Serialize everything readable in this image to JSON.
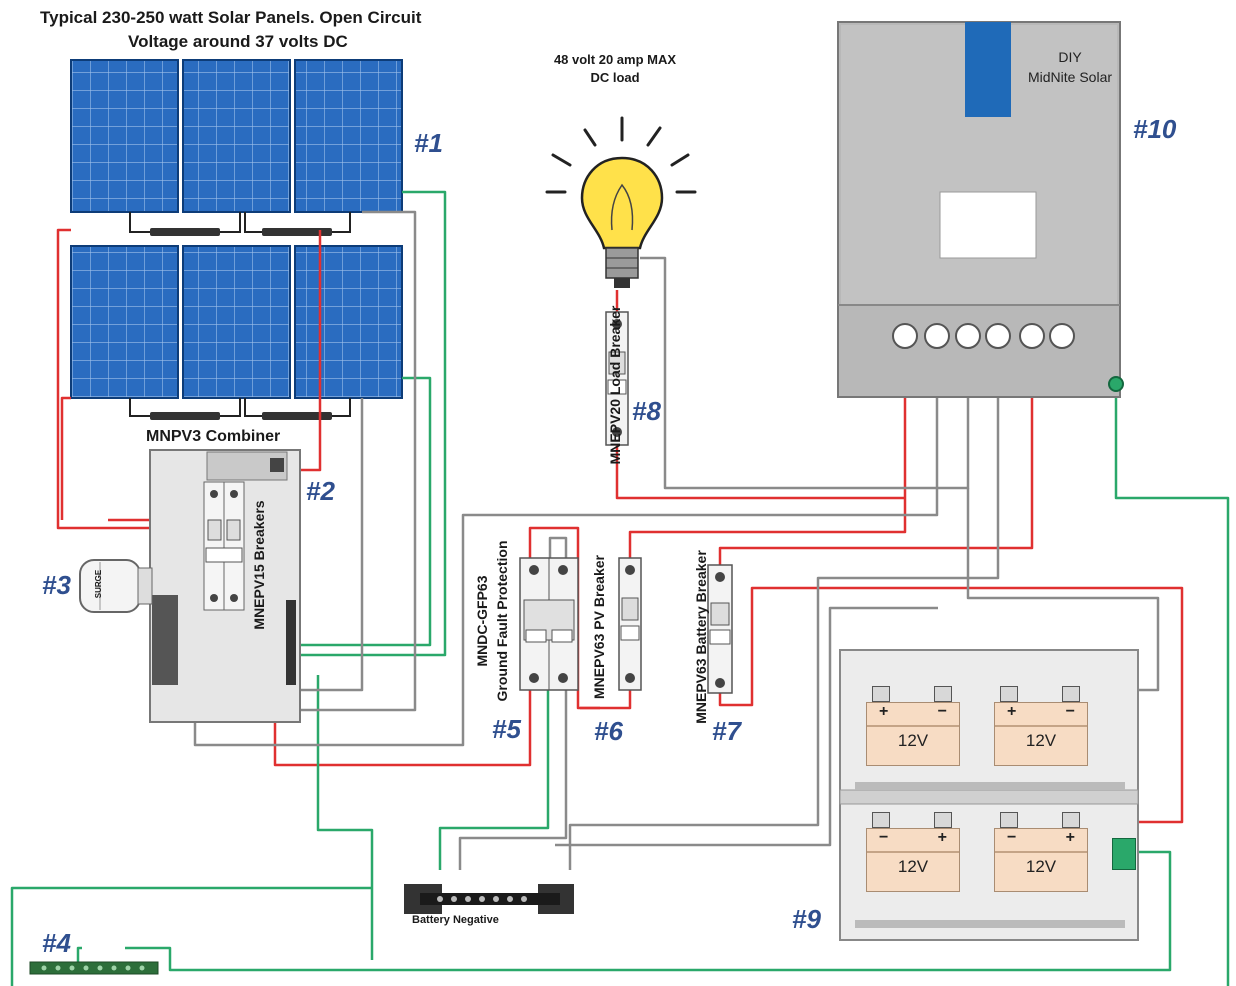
{
  "title": {
    "line1": "Typical 230-250 watt Solar Panels. Open Circuit",
    "line2": "Voltage around 37 volts DC"
  },
  "load": {
    "line1": "48 volt 20 amp MAX",
    "line2": "DC load"
  },
  "controller": {
    "line1": "DIY",
    "line2": "MidNite Solar"
  },
  "labels": {
    "combiner": "MNPV3 Combiner",
    "breakers": "MNEPV15 Breakers",
    "load_breaker": "MNEPV20 Load Breaker",
    "gfp_line1": "MNDC-GFP63",
    "gfp_line2": "Ground Fault Protection",
    "pv_breaker": "MNEPV63 PV Breaker",
    "battery_breaker": "MNEPV63 Battery Breaker",
    "battery_negative": "Battery Negative",
    "surge": "SURGE",
    "battery_voltage": "12V",
    "plus": "+",
    "minus": "−"
  },
  "numbers": {
    "n1": "#1",
    "n2": "#2",
    "n3": "#3",
    "n4": "#4",
    "n5": "#5",
    "n6": "#6",
    "n7": "#7",
    "n8": "#8",
    "n9": "#9",
    "n10": "#10"
  },
  "colors": {
    "wire_red": "#e03030",
    "wire_green": "#2aa86a",
    "wire_gray": "#8a8a8a",
    "panel_blue": "#1f5fae",
    "panel_frame": "#0d3c78",
    "controller_body": "#b8b8b8",
    "controller_blue": "#1f6ab8",
    "battery_fill": "#f7dcc4",
    "number_color": "#2f4f8f"
  }
}
